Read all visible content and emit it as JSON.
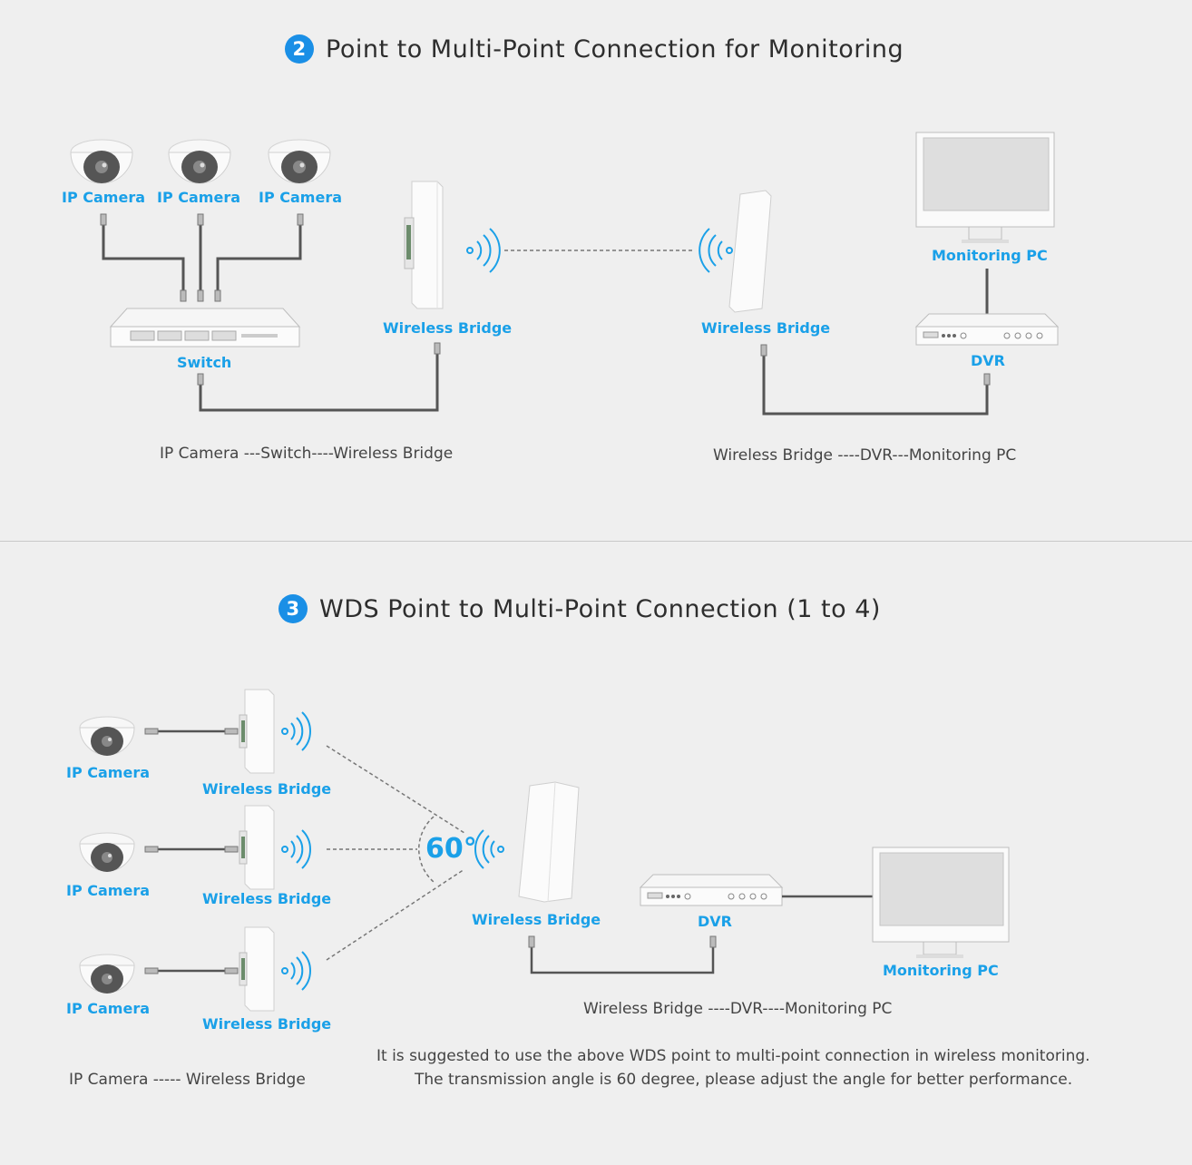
{
  "section2": {
    "number": "2",
    "title": "Point to Multi-Point Connection for Monitoring",
    "labels": {
      "ip_camera_1": "IP Camera",
      "ip_camera_2": "IP Camera",
      "ip_camera_3": "IP Camera",
      "switch": "Switch",
      "wireless_bridge_left": "Wireless Bridge",
      "wireless_bridge_right": "Wireless Bridge",
      "monitoring_pc": "Monitoring PC",
      "dvr": "DVR"
    },
    "caption_left": "IP Camera   ---Switch----Wireless Bridge",
    "caption_right": "Wireless Bridge ----DVR---Monitoring PC"
  },
  "section3": {
    "number": "3",
    "title": "WDS Point to Multi-Point Connection (1 to 4)",
    "labels": {
      "ip_camera_1": "IP Camera",
      "ip_camera_2": "IP Camera",
      "ip_camera_3": "IP Camera",
      "wireless_bridge_1": "Wireless Bridge",
      "wireless_bridge_2": "Wireless Bridge",
      "wireless_bridge_3": "Wireless Bridge",
      "wireless_bridge_center": "Wireless Bridge",
      "dvr": "DVR",
      "monitoring_pc": "Monitoring PC"
    },
    "angle": "60°",
    "caption_center": "Wireless Bridge ----DVR----Monitoring PC",
    "caption_left": "IP Camera -----  Wireless Bridge",
    "note_line_1": "It is suggested to use the above WDS point to multi-point connection in wireless monitoring.",
    "note_line_2": "The transmission angle is 60 degree, please adjust the angle for better performance."
  },
  "colors": {
    "accent": "#1aa0e8",
    "badge": "#1a8fe6",
    "cable": "#555555"
  }
}
